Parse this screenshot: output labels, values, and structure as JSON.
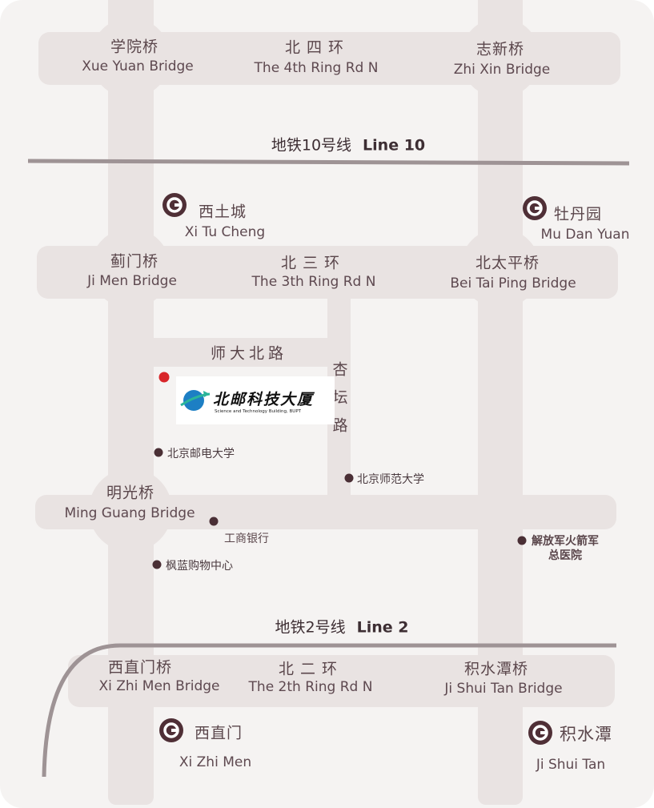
{
  "roads": {
    "ring4": {
      "cn": "北 四 环",
      "en": "The 4th Ring Rd N"
    },
    "ring3": {
      "cn": "北 三 环",
      "en": "The 3th Ring Rd N"
    },
    "ring2": {
      "cn": "北 二 环",
      "en": "The 2th Ring Rd N"
    },
    "shidabeilu": "师大北路",
    "xingtanlu": [
      "杏",
      "坛",
      "路"
    ]
  },
  "bridges": {
    "xueyuan": {
      "cn": "学院桥",
      "en": "Xue Yuan Bridge"
    },
    "zhixin": {
      "cn": "志新桥",
      "en": "Zhi Xin Bridge"
    },
    "jimen": {
      "cn": "蓟门桥",
      "en": "Ji Men Bridge"
    },
    "beitaiping": {
      "cn": "北太平桥",
      "en": "Bei Tai Ping Bridge"
    },
    "mingguang": {
      "cn": "明光桥",
      "en": "Ming Guang Bridge"
    },
    "xizhimen": {
      "cn": "西直门桥",
      "en": "Xi Zhi Men Bridge"
    },
    "jishuitan": {
      "cn": "积水潭桥",
      "en": "Ji Shui Tan Bridge"
    }
  },
  "subway_lines": {
    "line10": {
      "cn": "地铁10号线",
      "en": "Line 10"
    },
    "line2": {
      "cn": "地铁2号线",
      "en": "Line 2"
    }
  },
  "stations": {
    "xitucheng": {
      "cn": "西土城",
      "en": "Xi Tu Cheng"
    },
    "mudanyuan": {
      "cn": "牡丹园",
      "en": "Mu Dan Yuan"
    },
    "xizhimen": {
      "cn": "西直门",
      "en": "Xi Zhi Men"
    },
    "jishuitan": {
      "cn": "积水潭",
      "en": "Ji Shui Tan"
    }
  },
  "pois": {
    "bupt": "北京邮电大学",
    "bnu": "北京师范大学",
    "icbc": "工商银行",
    "hospital": [
      "解放军火箭军",
      "总医院"
    ],
    "mall": "枫蓝购物中心"
  },
  "destination": {
    "cn": "北邮科技大厦",
    "en": "Science and Technology Building, BUPT"
  },
  "colors": {
    "road": "#e9e3e2",
    "rail": "#9e9395",
    "marker": "#d8262a",
    "text": "#5e4950"
  }
}
